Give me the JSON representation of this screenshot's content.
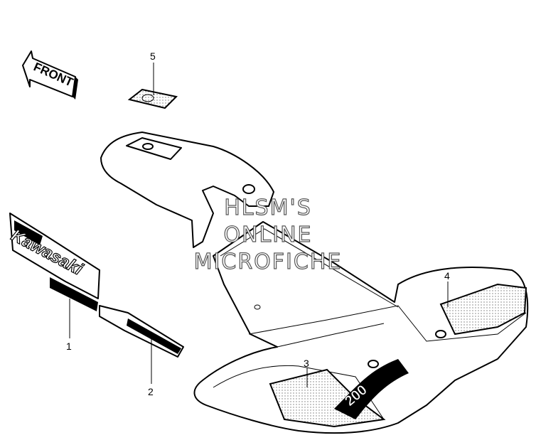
{
  "diagram": {
    "front_arrow_text": "FRONT",
    "decal_brand_text": "Kawasaki",
    "fender_decal_text": "200",
    "callouts": [
      {
        "number": "1",
        "part": "kawasaki-side-decal"
      },
      {
        "number": "2",
        "part": "side-stripe-decal"
      },
      {
        "number": "3",
        "part": "fender-200-decal"
      },
      {
        "number": "4",
        "part": "fender-side-stripe"
      },
      {
        "number": "5",
        "part": "caution-label"
      }
    ],
    "watermark": [
      "HLSM'S",
      "ONLINE",
      "MICROFICHE"
    ]
  }
}
